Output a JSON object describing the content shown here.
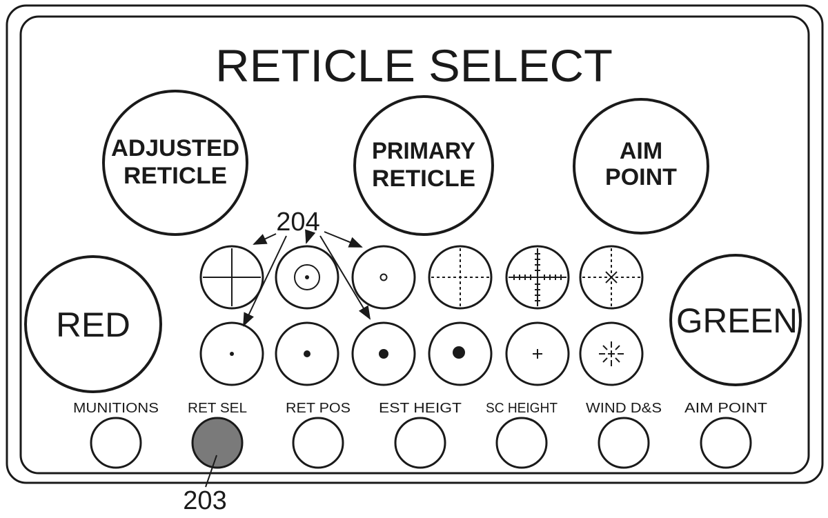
{
  "title": "RETICLE SELECT",
  "big_buttons": {
    "adjusted": [
      "ADJUSTED",
      "RETICLE"
    ],
    "primary": [
      "PRIMARY",
      "RETICLE"
    ],
    "aim": [
      "AIM",
      "POINT"
    ],
    "red": "RED",
    "green": "GREEN"
  },
  "reticle_row1": [
    "crosshair-reticle",
    "ring-dot-reticle",
    "small-ring-reticle",
    "dashed-crosshair-reticle",
    "ticked-crosshair-reticle",
    "dashed-star-reticle"
  ],
  "reticle_row2": [
    "small-dot-reticle",
    "medium-dot-reticle",
    "large-dot-reticle",
    "xlarge-dot-reticle",
    "plus-reticle",
    "burst-reticle"
  ],
  "function_buttons": [
    {
      "label": "MUNITIONS",
      "selected": false
    },
    {
      "label": "RET SEL",
      "selected": true
    },
    {
      "label": "RET POS",
      "selected": false
    },
    {
      "label": "EST HEIGT",
      "selected": false
    },
    {
      "label": "SC HEIGHT",
      "selected": false
    },
    {
      "label": "WIND D&S",
      "selected": false
    },
    {
      "label": "AIM POINT",
      "selected": false
    }
  ],
  "callouts": {
    "reticle_group": "204",
    "selected_button": "203"
  },
  "colors": {
    "ink": "#1a1a1a",
    "selected_fill": "#7a7a7a",
    "background": "#ffffff"
  }
}
